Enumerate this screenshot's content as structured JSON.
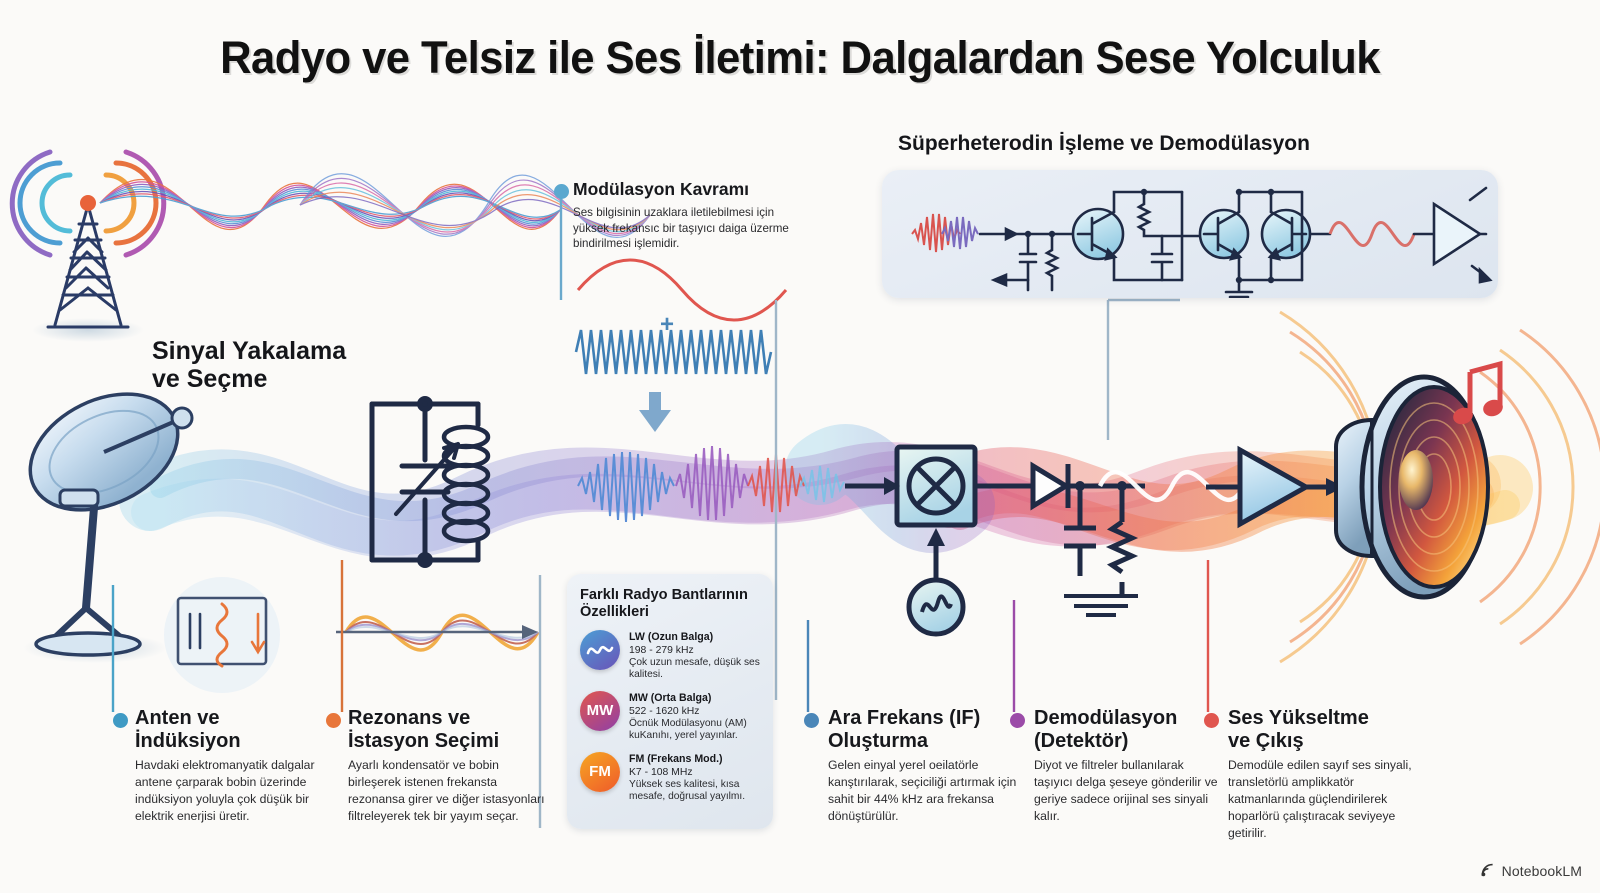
{
  "title": "Radyo ve Telsiz ile Ses İletimi: Dalgalardan Sese Yolculuk",
  "sections": {
    "capture_heading_line1": "Sinyal Yakalama",
    "capture_heading_line2": "ve Seçme",
    "superhet_heading": "Süperheterodin İşleme ve Demodülasyon"
  },
  "modulation_callout": {
    "title": "Modülasyon Kavramı",
    "body": "Ses bilgisinin uzaklara iletilebilmesi için yüksek frekansıc bir taşıyıcı daiga üzerme bindirilmesi işlemidir.",
    "dot_color": "#5ba8cf",
    "plus_label": "+"
  },
  "bands_panel": {
    "title": "Farklı Radyo Bantlarının Özellikleri",
    "items": [
      {
        "badge": "sine-wave-icon",
        "badge_text": "",
        "name": "LW (Ozun Balga)",
        "freq": "198 - 279 kHz",
        "desc": "Çok uzun mesafe, düşük ses kalitesi.",
        "color_from": "#4b9fd5",
        "color_to": "#6a53b8"
      },
      {
        "badge": "mw-badge",
        "badge_text": "MW",
        "name": "MW (Orta Balga)",
        "freq": "522 - 1620 kHz",
        "desc": "Öcnük Modülasyonu (AM) kuKanıhı, yerel yayınlar.",
        "color_from": "#e2574c",
        "color_to": "#8f3fa8"
      },
      {
        "badge": "fm-badge",
        "badge_text": "FM",
        "name": "FM (Frekans Mod.)",
        "freq": "K7 - 108 MHz",
        "desc": "Yüksek ses kalitesi, kısa mesafe, doğrusal yayılmı.",
        "color_from": "#f6a723",
        "color_to": "#ef5a2a"
      }
    ]
  },
  "callouts": [
    {
      "title_line1": "Anten ve",
      "title_line2": "İndüksiyon",
      "body": "Havdaki elektromanyatik dalgalar antene çarparak bobin üzerinde indüksiyon yoluyla çok düşük bir elektrik enerjisi üretir.",
      "dot_color": "#3f9ac4"
    },
    {
      "title_line1": "Rezonans ve",
      "title_line2": "İstasyon Seçimi",
      "body": "Ayarlı kondensatör ve bobin birleşerek istenen frekansta rezonansa girer ve diğer istasyonları filtreleyerek tek bir yayım seçar.",
      "dot_color": "#e8763a"
    },
    {
      "title_line1": "Ara Frekans (IF)",
      "title_line2": "Oluşturma",
      "body": "Gelen einyal yerel oeilatörle kanştırılarak, seçiciliği artırmak için sahit bir 44% kHz ara frekansa dönüştürülür.",
      "dot_color": "#4a86b8"
    },
    {
      "title_line1": "Demodülasyon",
      "title_line2": "(Detektör)",
      "body": "Diyot ve filtreler bullanılarak taşıyıcı delga şeseye gönderilir ve geriye sadece orijinal ses sinyali kalır.",
      "dot_color": "#9b4ba8"
    },
    {
      "title_line1": "Ses Yükseltme",
      "title_line2": "ve Çıkış",
      "body": "Demodüle edilen sayıf ses sinyali, transletörlü amplikkatör katmanlarında güçlendirilerek hoparlörü çalıştıracak seviyeye getirilir.",
      "dot_color": "#e0564f"
    }
  ],
  "diagram_icons": {
    "tower": "radio-tower-icon",
    "dish": "satellite-dish-icon",
    "tuner": "variable-capacitor-coil-icon",
    "mixer": "mixer-x-icon",
    "oscillator": "local-oscillator-icon",
    "diode": "diode-detector-icon",
    "amplifier": "amplifier-triangle-icon",
    "speaker": "loudspeaker-icon",
    "music_notes": "music-notes-icon"
  },
  "watermark": {
    "label": "NotebookLM",
    "icon": "notebooklm-icon"
  }
}
